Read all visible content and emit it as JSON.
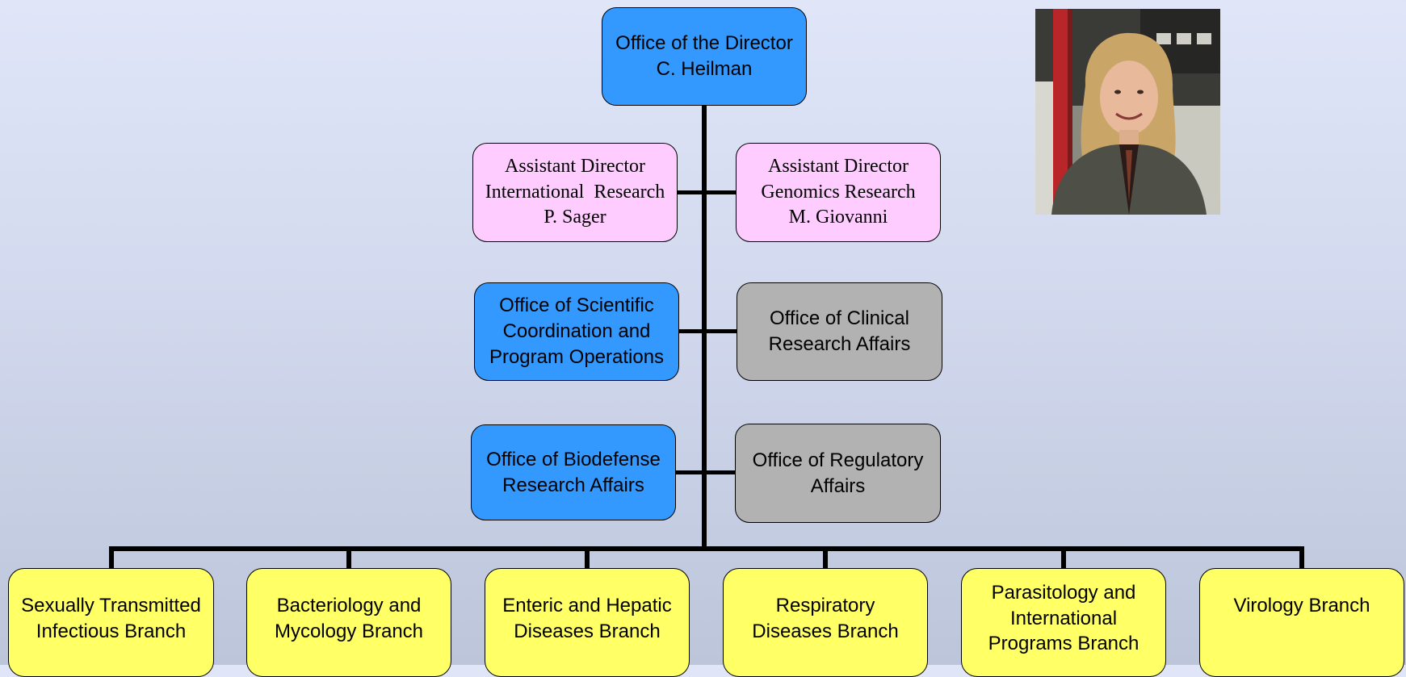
{
  "director": {
    "lines": [
      "Office of the Director",
      "C. Heilman"
    ]
  },
  "assistant_left": {
    "lines": [
      "Assistant Director",
      "International  Research",
      "P. Sager"
    ]
  },
  "assistant_right": {
    "lines": [
      "Assistant Director",
      "Genomics Research",
      "M. Giovanni"
    ]
  },
  "office_scientific": {
    "lines": [
      "Office of Scientific",
      "Coordination and",
      "Program Operations"
    ]
  },
  "office_clinical": {
    "lines": [
      "Office of Clinical",
      "Research Affairs"
    ]
  },
  "office_biodefense": {
    "lines": [
      "Office of Biodefense",
      "Research Affairs"
    ]
  },
  "office_regulatory": {
    "lines": [
      "Office of Regulatory",
      "Affairs"
    ]
  },
  "branches": [
    {
      "lines": [
        "Sexually Transmitted",
        "Infectious Branch"
      ]
    },
    {
      "lines": [
        "Bacteriology and",
        "Mycology Branch"
      ]
    },
    {
      "lines": [
        "Enteric and Hepatic",
        "Diseases Branch"
      ]
    },
    {
      "lines": [
        "Respiratory",
        "Diseases Branch"
      ]
    },
    {
      "lines": [
        "Parasitology and",
        "International",
        "Programs Branch"
      ]
    },
    {
      "lines": [
        "Virology Branch"
      ]
    }
  ],
  "colors": {
    "director": "#3399ff",
    "assistant": "#ffccff",
    "office_blue": "#3399ff",
    "office_gray": "#b2b2b2",
    "branch": "#ffff66"
  },
  "photo": {
    "icon": "director-portrait-photo"
  }
}
